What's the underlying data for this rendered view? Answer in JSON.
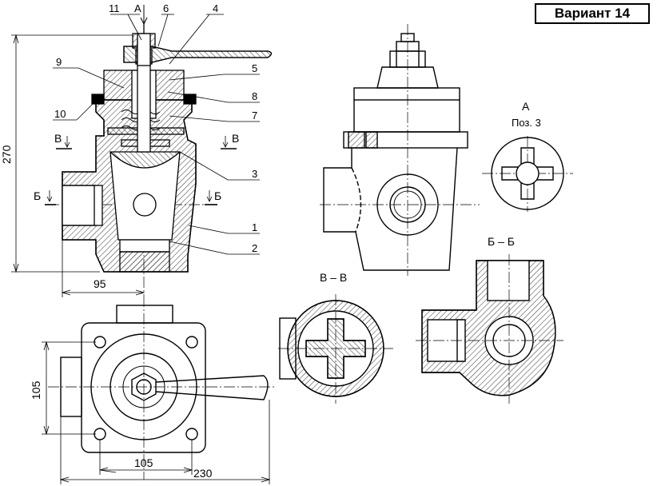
{
  "variant_label": "Вариант 14",
  "view_labels": {
    "view_a": "А",
    "view_a_note": "Поз. 3",
    "section_vv": "В – В",
    "section_bb": "Б – Б"
  },
  "cut_markers": {
    "a_top": "А",
    "b_left": "Б",
    "b_right": "Б",
    "v_left": "В",
    "v_right": "В"
  },
  "positions": [
    "11",
    "6",
    "4",
    "9",
    "5",
    "8",
    "10",
    "7",
    "3",
    "1",
    "2"
  ],
  "dimensions": {
    "height": "270",
    "half_width": "95",
    "plan_height": "105",
    "plan_width": "105",
    "overall_width": "230"
  }
}
